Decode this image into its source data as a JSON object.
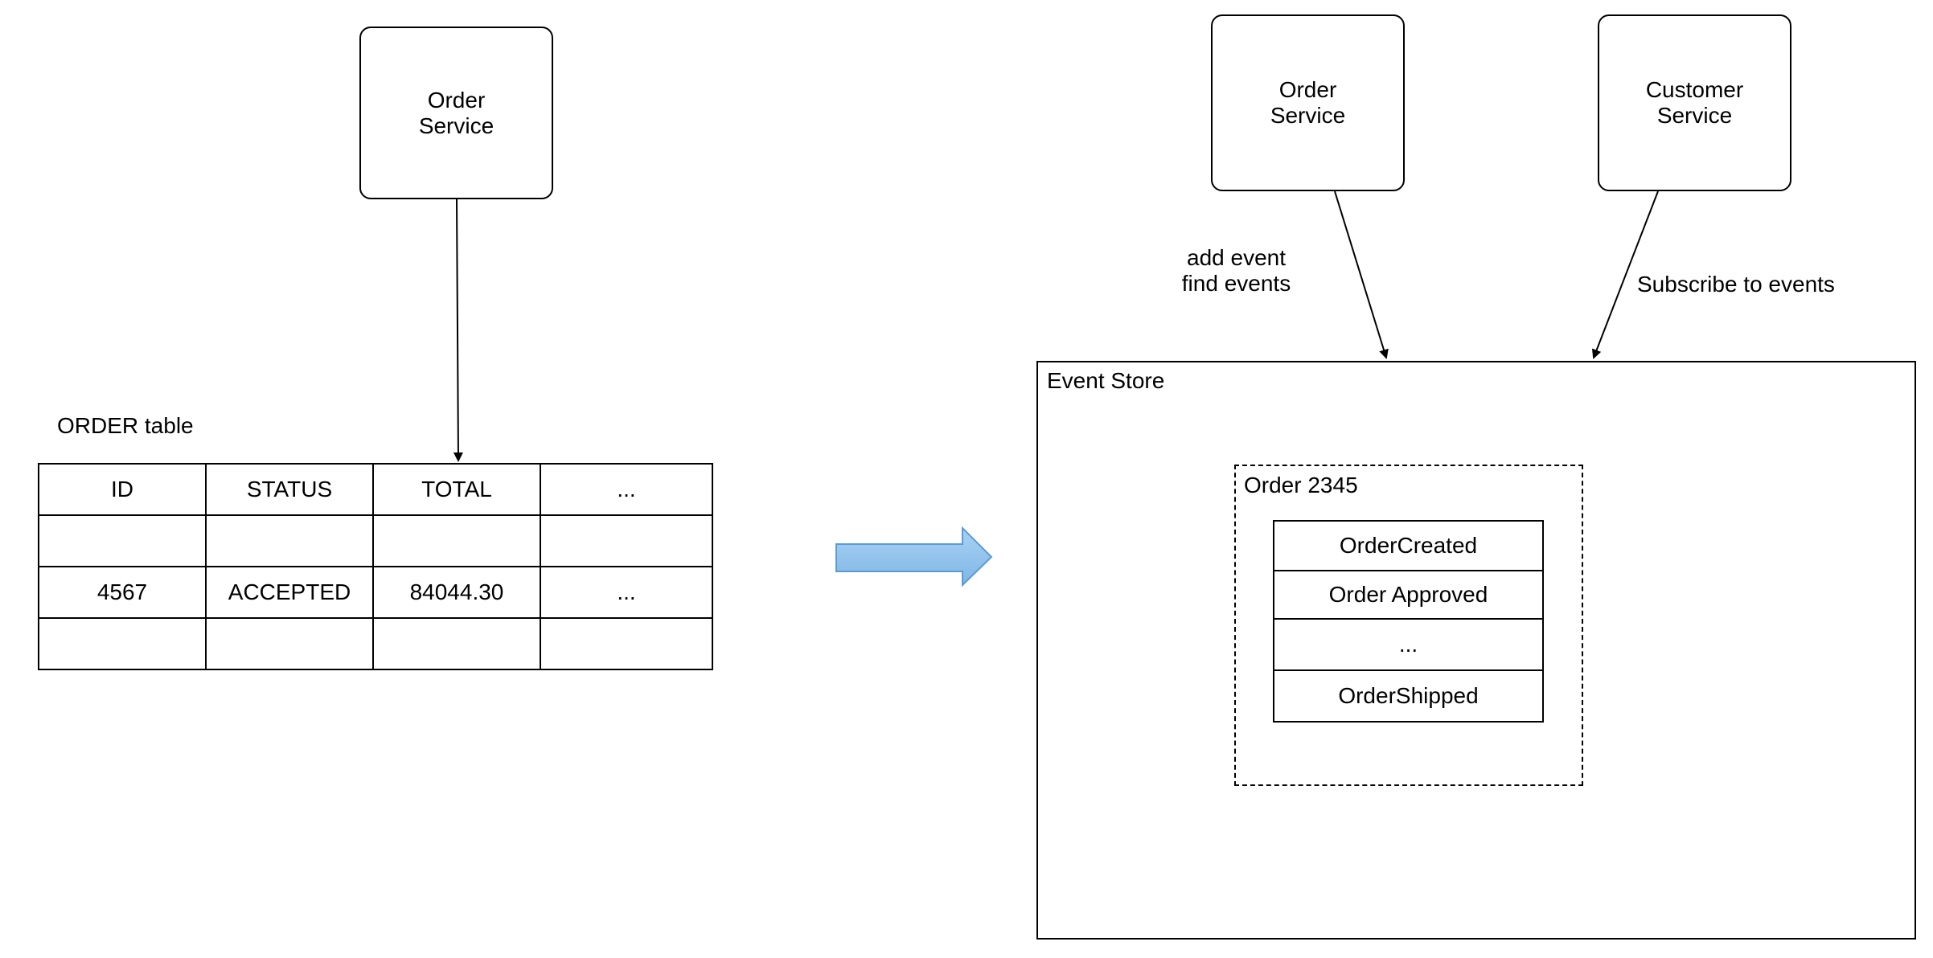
{
  "before": {
    "service": {
      "label": "Order\nService"
    },
    "table_caption": "ORDER table",
    "table": {
      "headers": [
        "ID",
        "STATUS",
        "TOTAL",
        "..."
      ],
      "rows": [
        [
          "",
          "",
          "",
          ""
        ],
        [
          "4567",
          "ACCEPTED",
          "84044.30",
          "..."
        ],
        [
          "",
          "",
          "",
          ""
        ]
      ]
    }
  },
  "transition_arrow": {
    "color": "#8cc1ea",
    "border_color": "#5b9bd5"
  },
  "after": {
    "order_service": {
      "label": "Order\nService"
    },
    "customer_service": {
      "label": "Customer\nService"
    },
    "order_service_edge_label": "add event\nfind events",
    "customer_service_edge_label": "Subscribe to events",
    "event_store": {
      "title": "Event Store",
      "aggregate": {
        "title": "Order 2345",
        "events": [
          "OrderCreated",
          "Order Approved",
          "...",
          "OrderShipped"
        ]
      }
    }
  }
}
